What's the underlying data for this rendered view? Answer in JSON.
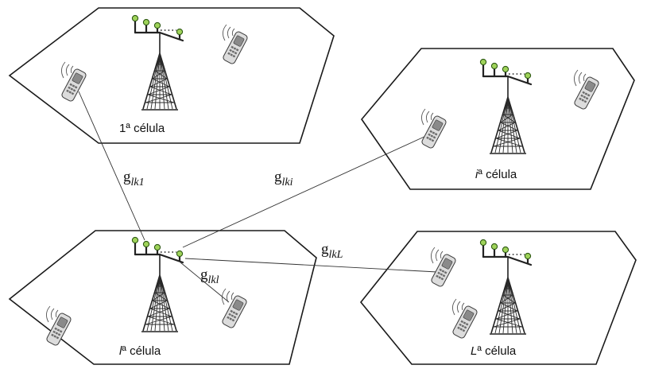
{
  "cells": [
    {
      "id": "cell-1",
      "label_pre": "1",
      "label_italic": "",
      "label_post": "ª célula"
    },
    {
      "id": "cell-i",
      "label_pre": "",
      "label_italic": "i",
      "label_post": "ª célula"
    },
    {
      "id": "cell-l",
      "label_pre": "",
      "label_italic": "l",
      "label_post": "ª célula"
    },
    {
      "id": "cell-L",
      "label_pre": "",
      "label_italic": "L",
      "label_post": "ª célula"
    }
  ],
  "links": [
    {
      "id": "g-lk1",
      "base": "g",
      "subscript": "lk1"
    },
    {
      "id": "g-lki",
      "base": "g",
      "subscript": "lki"
    },
    {
      "id": "g-lkL",
      "base": "g",
      "subscript": "lkL"
    },
    {
      "id": "g-lkl",
      "base": "g",
      "subscript": "lkl"
    }
  ],
  "colors": {
    "antenna": "#9fd35a",
    "outline": "#1a1a1a"
  },
  "icons": [
    "cell-tower-icon",
    "antenna-array-icon",
    "mobile-phone-icon"
  ]
}
